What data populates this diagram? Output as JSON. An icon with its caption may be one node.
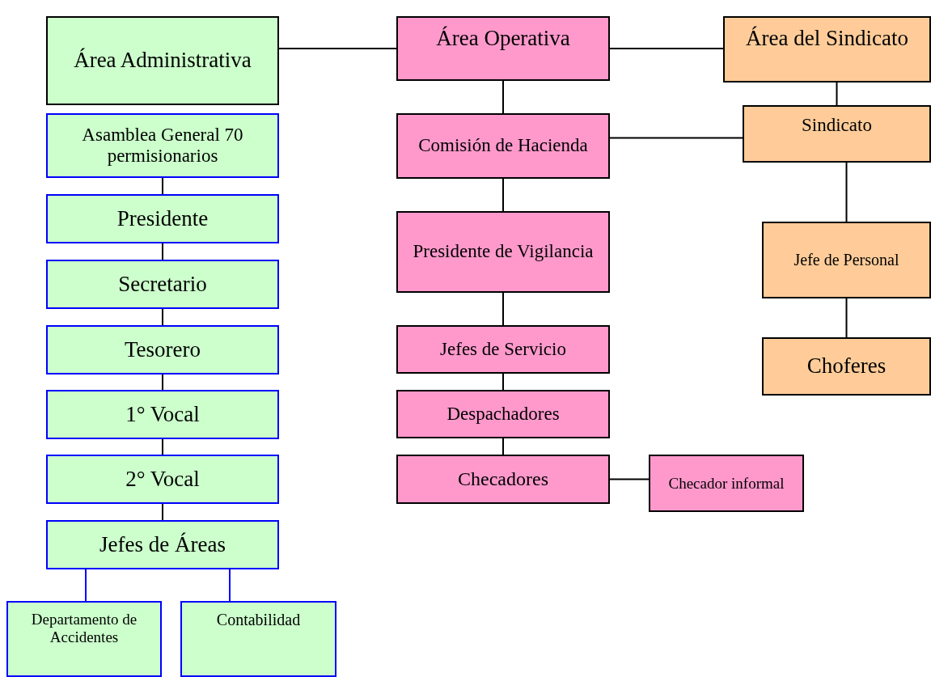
{
  "diagram": {
    "nodes": [
      {
        "text": [
          "Área Administrativa"
        ]
      },
      {
        "text": [
          "Área Operativa"
        ]
      },
      {
        "text": [
          "Área del Sindicato"
        ]
      },
      {
        "text": [
          "Asamblea General 70 permisionarios"
        ]
      },
      {
        "text": [
          "Presidente"
        ]
      },
      {
        "text": [
          "Secretario"
        ]
      },
      {
        "text": [
          "Tesorero"
        ]
      },
      {
        "text": [
          "1° Vocal"
        ]
      },
      {
        "text": [
          "2° Vocal"
        ]
      },
      {
        "text": [
          "Jefes de Áreas"
        ]
      },
      {
        "text": [
          "Departamento de Accidentes"
        ]
      },
      {
        "text": [
          "Contabilidad"
        ]
      },
      {
        "text": [
          "Comisión de Hacienda"
        ]
      },
      {
        "text": [
          "Presidente de Vigilancia"
        ]
      },
      {
        "text": [
          "Jefes de Servicio"
        ]
      },
      {
        "text": [
          "Despachadores"
        ]
      },
      {
        "text": [
          "Checadores"
        ]
      },
      {
        "text": [
          "Checador informal"
        ]
      },
      {
        "text": [
          "Sindicato"
        ]
      },
      {
        "text": [
          "Jefe de Personal"
        ]
      },
      {
        "text": [
          "Choferes"
        ]
      }
    ],
    "edges": [
      {
        "from": 0,
        "to": 1,
        "arrow": "none"
      },
      {
        "from": 1,
        "to": 2,
        "arrow": "none"
      },
      {
        "from": 1,
        "to": 12,
        "arrow": "none"
      },
      {
        "from": 3,
        "to": 4,
        "arrow": "none"
      },
      {
        "from": 4,
        "to": 5,
        "arrow": "none"
      },
      {
        "from": 5,
        "to": 6,
        "arrow": "none"
      },
      {
        "from": 6,
        "to": 7,
        "arrow": "none"
      },
      {
        "from": 7,
        "to": 8,
        "arrow": "none"
      },
      {
        "from": 8,
        "to": 9,
        "arrow": "none"
      },
      {
        "from": 9,
        "to": 10,
        "arrow": "none",
        "color": "#0000ff"
      },
      {
        "from": 9,
        "to": 11,
        "arrow": "none",
        "color": "#0000ff"
      },
      {
        "from": 12,
        "to": 13,
        "arrow": "none"
      },
      {
        "from": 13,
        "to": 14,
        "arrow": "none"
      },
      {
        "from": 14,
        "to": 15,
        "arrow": "none"
      },
      {
        "from": 15,
        "to": 16,
        "arrow": "none"
      },
      {
        "from": 16,
        "to": 17,
        "arrow": "none"
      },
      {
        "from": 12,
        "to": 18,
        "arrow": "none"
      },
      {
        "from": 2,
        "to": 18,
        "arrow": "none"
      },
      {
        "from": 18,
        "to": 19,
        "arrow": "none"
      },
      {
        "from": 19,
        "to": 20,
        "arrow": "none"
      }
    ]
  }
}
